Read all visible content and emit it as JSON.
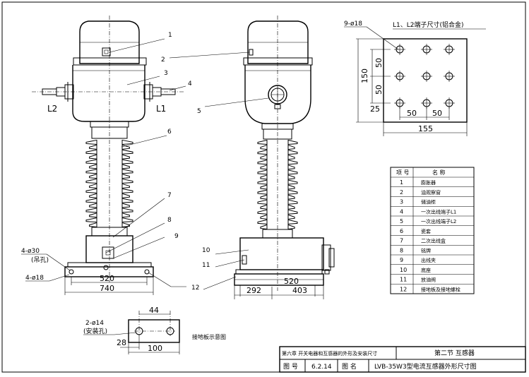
{
  "callouts": [
    "1",
    "2",
    "3",
    "4",
    "5",
    "6",
    "7",
    "8",
    "9",
    "10",
    "11",
    "12"
  ],
  "front_view": {
    "label_l2": "L2",
    "label_l1": "L1",
    "hole_note_1": "4-ø30",
    "hole_note_1_sub": "(吊孔)",
    "hole_note_2": "4-ø18",
    "dim_inner": "520",
    "dim_outer": "740"
  },
  "side_view": {
    "dim_base": "520",
    "dim_left": "292",
    "dim_right": "403"
  },
  "terminal_plate": {
    "hole_note": "9-ø18",
    "title": "L1、L2端子尺寸(铝合金)",
    "dim_height": "150",
    "dim_row1": "50",
    "dim_row2": "50",
    "dim_bottom_offset": "25",
    "dim_col1": "50",
    "dim_col2": "50",
    "dim_width": "155"
  },
  "ground_plate": {
    "hole_note": "2-ø14",
    "hole_note_sub": "(安装孔)",
    "dim_spacing": "44",
    "dim_offset": "28",
    "dim_width": "100",
    "caption": "接地板示意图"
  },
  "parts_table": {
    "headers": [
      "项 号",
      "名  称"
    ],
    "rows": [
      {
        "no": "1",
        "name": "膨胀器"
      },
      {
        "no": "2",
        "name": "油观察窗"
      },
      {
        "no": "3",
        "name": "储油柜"
      },
      {
        "no": "4",
        "name": "一次出线端子L1"
      },
      {
        "no": "5",
        "name": "一次出线端子L2"
      },
      {
        "no": "6",
        "name": "瓷套"
      },
      {
        "no": "7",
        "name": "二次出线盒"
      },
      {
        "no": "8",
        "name": "铭牌"
      },
      {
        "no": "9",
        "name": "出线夹"
      },
      {
        "no": "10",
        "name": "底座"
      },
      {
        "no": "11",
        "name": "放油阀"
      },
      {
        "no": "12",
        "name": "接地板及接地螺栓"
      }
    ]
  },
  "title_block": {
    "chapter": "第六章  开关电器和互感器的外形及安装尺寸",
    "section": "第二节  互感器",
    "fig_no_label": "图  号",
    "fig_no": "6.2.14",
    "fig_name_label": "图  名",
    "fig_name": "LVB-35W3型电流互感器外形尺寸图"
  }
}
